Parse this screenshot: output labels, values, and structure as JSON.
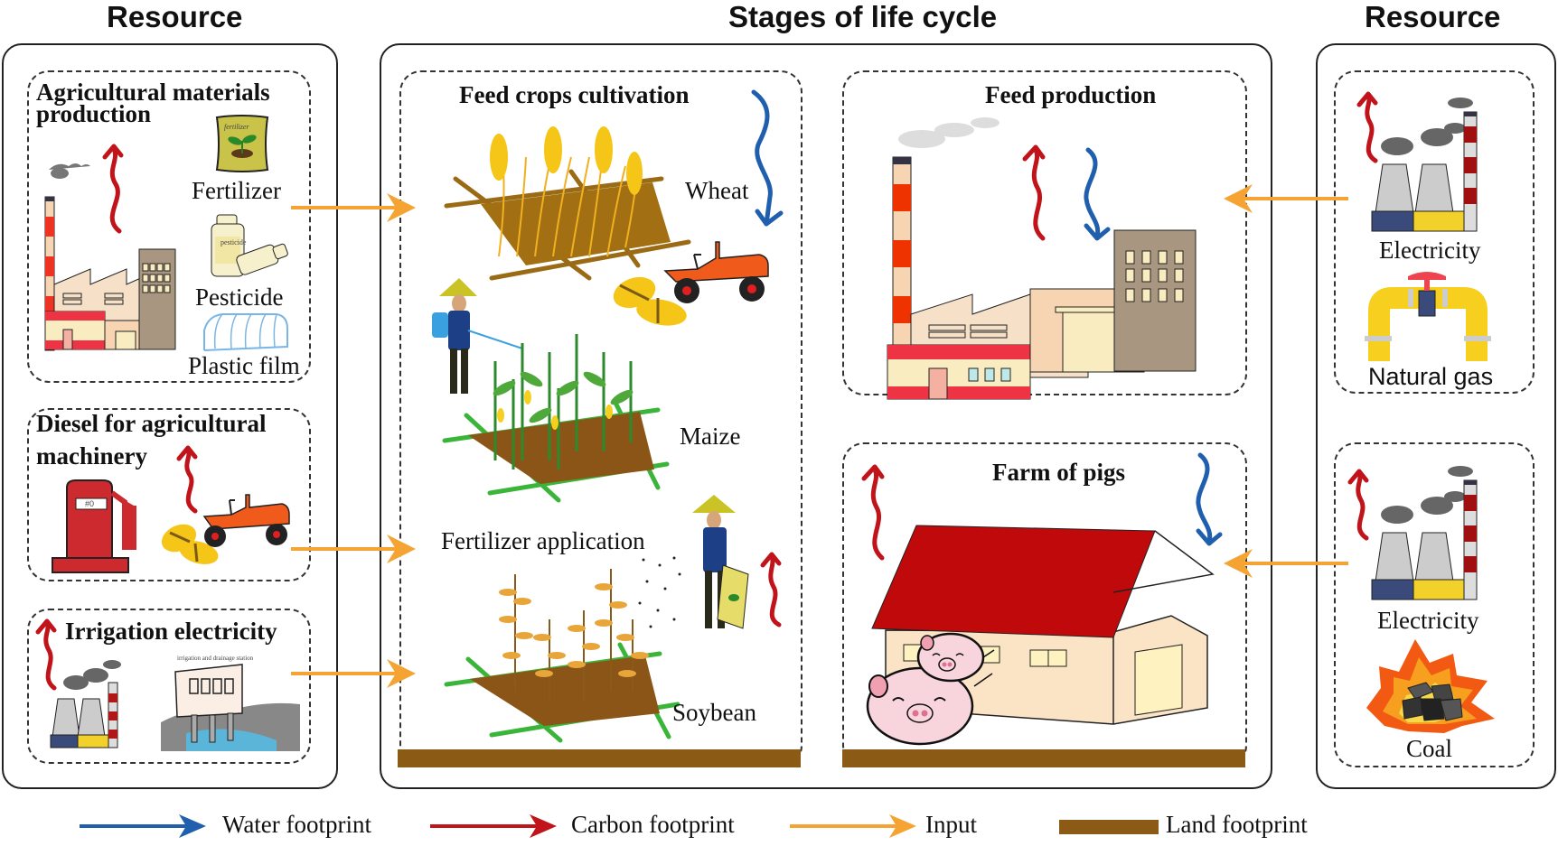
{
  "headers": {
    "left_resource": "Resource",
    "stages": "Stages of life cycle",
    "right_resource": "Resource"
  },
  "left_resources": {
    "agri_materials": {
      "title_line1": "Agricultural materials",
      "title_line2": "production",
      "items": [
        "Fertilizer",
        "Pesticide",
        "Plastic film"
      ],
      "bag_label": "fertilizer",
      "bottle_label": "pesticide"
    },
    "diesel": {
      "title_line1": "Diesel for agricultural",
      "title_line2": "machinery",
      "pump_label": "#0"
    },
    "irrigation": {
      "title": "Irrigation electricity",
      "station_label": "irrigation and drainage station"
    }
  },
  "stages": {
    "feed_crops": {
      "title": "Feed crops cultivation",
      "crops": [
        "Wheat",
        "Maize",
        "Soybean"
      ],
      "fertilizer_application": "Fertilizer application"
    },
    "feed_production": {
      "title": "Feed production"
    },
    "pig_farm": {
      "title": "Farm of pigs"
    }
  },
  "right_resources": {
    "group1": [
      "Electricity",
      "Natural gas"
    ],
    "group2": [
      "Electricity",
      "Coal"
    ]
  },
  "legend": {
    "items": [
      {
        "label": "Water footprint",
        "color": "#1f5fae"
      },
      {
        "label": "Carbon footprint",
        "color": "#c0141a"
      },
      {
        "label": "Input",
        "color": "#f5a332"
      },
      {
        "label": "Land footprint",
        "color": "#8b5a14"
      }
    ]
  },
  "colors": {
    "water": "#1f5fae",
    "carbon": "#c0141a",
    "input": "#f5a332",
    "land": "#8b5a14"
  }
}
